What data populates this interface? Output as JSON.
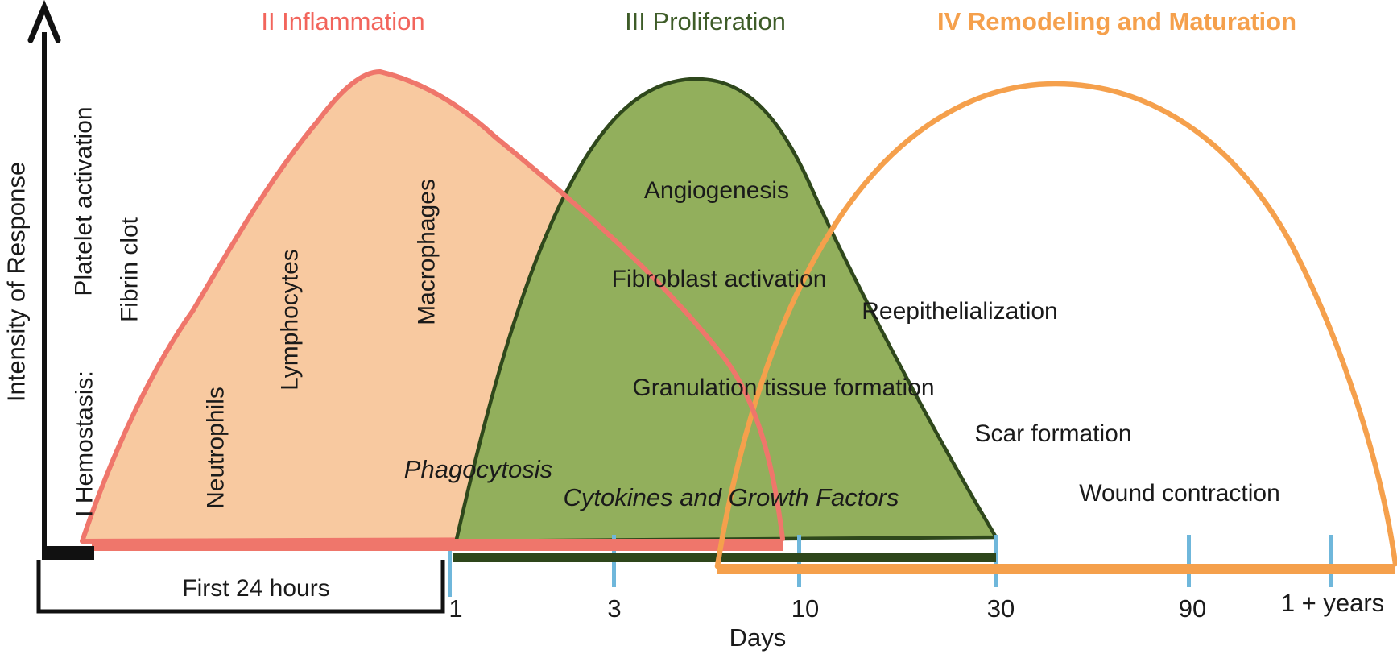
{
  "titles": {
    "inflammation": "II Inflammation",
    "proliferation": "III Proliferation",
    "remodeling": "IV Remodeling and Maturation"
  },
  "axis": {
    "y_label": "Intensity of Response",
    "x_label": "Days",
    "bracket_label": "First 24 hours",
    "ticks": [
      "1",
      "3",
      "10",
      "30",
      "90",
      "1 + years"
    ]
  },
  "hemostasis": {
    "name": "I Hemostasis:",
    "platelet": "Platelet activation",
    "fibrin": "Fibrin clot"
  },
  "inflammation": {
    "neutrophils": "Neutrophils",
    "lymphocytes": "Lymphocytes",
    "macrophages": "Macrophages",
    "phagocytosis": "Phagocytosis"
  },
  "proliferation": {
    "angiogenesis": "Angiogenesis",
    "fibroblast": "Fibroblast activation",
    "reepithelialization": "Reepithelialization",
    "granulation": "Granulation tissue formation",
    "cytokines": "Cytokines and Growth Factors"
  },
  "remodeling": {
    "scar": "Scar formation",
    "wound": "Wound contraction"
  },
  "phase_spans_days": {
    "hemostasis": "first 24 hours",
    "inflammation": "0 to ~10",
    "proliferation": "~1 to 30",
    "remodeling": "~6 to 1 + years"
  },
  "colors": {
    "inflammation_fill": "#f8c9a0",
    "inflammation_line": "#ef766b",
    "inflammation_title": "#f2655c",
    "proliferation_fill": "#92af5c",
    "proliferation_line": "#2f481c",
    "proliferation_bar": "#2e461b",
    "proliferation_title": "#3e5c28",
    "remodeling_line": "#f5a04c",
    "tick_blue": "#6fb7db",
    "text": "#1a1a1a",
    "axis_black": "#111111"
  }
}
